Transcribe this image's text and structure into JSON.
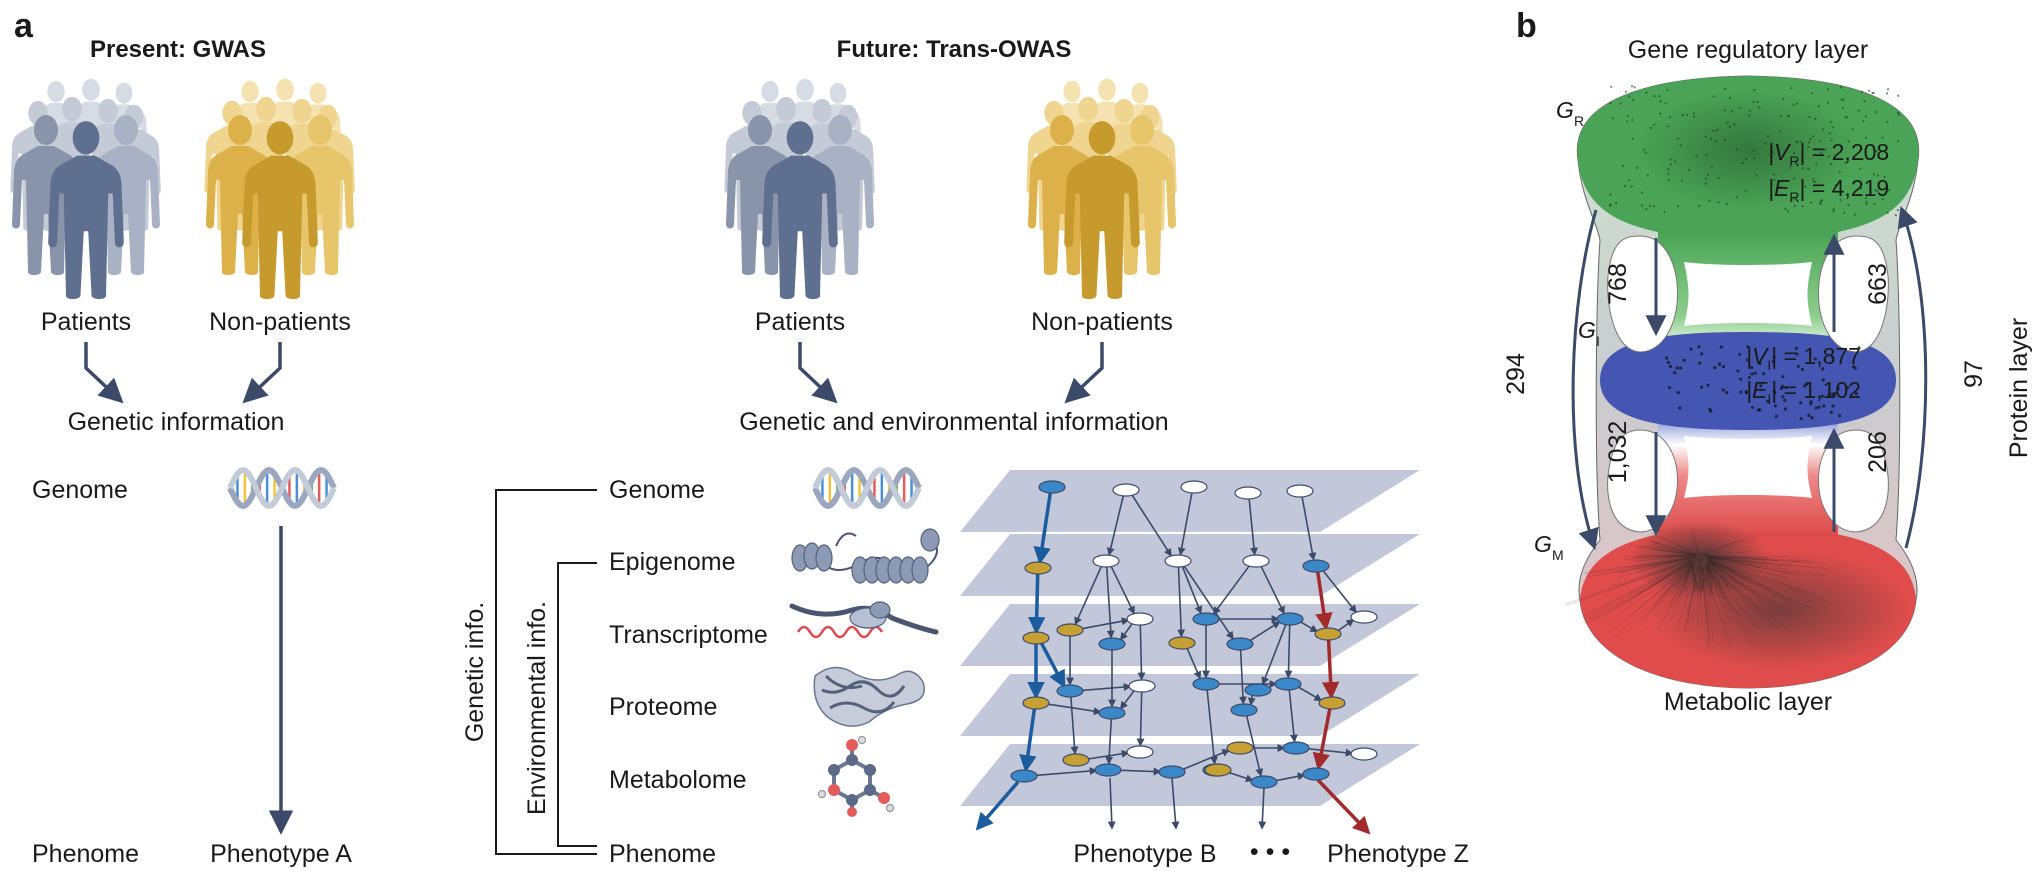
{
  "panel_a": {
    "letter": "a",
    "present": {
      "title": "Present: GWAS",
      "patients": "Patients",
      "non_patients": "Non-patients",
      "info": "Genetic information",
      "genome": "Genome",
      "phenome": "Phenome",
      "phenotype": "Phenotype A"
    },
    "future": {
      "title": "Future: Trans-OWAS",
      "patients": "Patients",
      "non_patients": "Non-patients",
      "info": "Genetic and environmental information",
      "layers": [
        "Genome",
        "Epigenome",
        "Transcriptome",
        "Proteome",
        "Metabolome",
        "Phenome"
      ],
      "bracket_genetic": "Genetic info.",
      "bracket_environmental": "Environmental info.",
      "phenotype_b": "Phenotype B",
      "dots": "• • •",
      "phenotype_z": "Phenotype Z"
    }
  },
  "panel_b": {
    "letter": "b",
    "top_label": "Gene regulatory layer",
    "bottom_label": "Metabolic layer",
    "side_label": "Protein layer",
    "gr": {
      "g": "G",
      "sub": "R"
    },
    "gi": {
      "g": "G",
      "sub": "I"
    },
    "gm": {
      "g": "G",
      "sub": "M"
    },
    "vr": {
      "pre": "|V",
      "sub": "R",
      "post": "| = 2,208"
    },
    "er": {
      "pre": "|E",
      "sub": "R",
      "post": "| = 4,219"
    },
    "vi": {
      "pre": "|V",
      "sub": "I",
      "post": "| = 1,877"
    },
    "ei": {
      "pre": "|E",
      "sub": "I",
      "post": "| = 1,102"
    },
    "counts": {
      "c768": "768",
      "c663": "663",
      "c1032": "1,032",
      "c206": "206",
      "c294": "294",
      "c97": "97"
    }
  },
  "colors": {
    "patients": "#5f6f8f",
    "non_patients": "#d9a93a",
    "arrow": "#3b4a68",
    "blue_path": "#1b5c9e",
    "red_path": "#a32a2a",
    "plane": "#b7bdd3",
    "node_blue": "#3a87c9",
    "node_gold": "#c7a034",
    "green_layer": "#4aa356",
    "blue_layer": "#4456b2",
    "red_layer": "#e04c4c"
  }
}
